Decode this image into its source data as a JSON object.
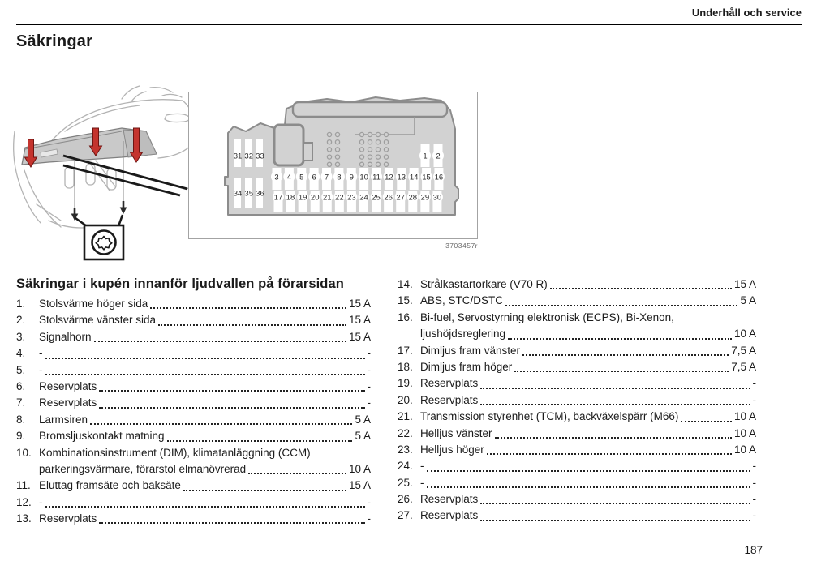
{
  "page": {
    "header": "Underhåll och service",
    "title": "Säkringar",
    "page_number": "187"
  },
  "figure": {
    "caption": "3703457r",
    "colors": {
      "arrow_red": "#c4342e",
      "box_gray": "#d2d2d2",
      "box_stroke": "#8c8c8c",
      "sketch_line": "#b3b3b3"
    },
    "fusebox": {
      "top_right": [
        "1",
        "2"
      ],
      "row_top": [
        "3",
        "4",
        "5",
        "6",
        "7",
        "8",
        "9",
        "10",
        "11",
        "12",
        "13",
        "14",
        "15",
        "16"
      ],
      "row_bottom": [
        "17",
        "18",
        "19",
        "20",
        "21",
        "22",
        "23",
        "24",
        "25",
        "26",
        "27",
        "28",
        "29",
        "30"
      ],
      "left_top": [
        "31",
        "32",
        "33"
      ],
      "left_bottom": [
        "34",
        "35",
        "36"
      ]
    }
  },
  "section": {
    "heading": "Säkringar i kupén innanför ljudvallen på förarsidan",
    "items_left": [
      {
        "num": "1.",
        "label": "Stolsvärme höger sida",
        "amp": "15 A"
      },
      {
        "num": "2.",
        "label": "Stolsvärme vänster sida",
        "amp": "15 A"
      },
      {
        "num": "3.",
        "label": "Signalhorn",
        "amp": "15 A"
      },
      {
        "num": "4.",
        "label": "-",
        "amp": "-"
      },
      {
        "num": "5.",
        "label": "-",
        "amp": "-"
      },
      {
        "num": "6.",
        "label": "Reservplats",
        "amp": "-"
      },
      {
        "num": "7.",
        "label": "Reservplats",
        "amp": "-"
      },
      {
        "num": "8.",
        "label": "Larmsiren",
        "amp": "5 A"
      },
      {
        "num": "9.",
        "label": "Bromsljuskontakt matning",
        "amp": "5 A"
      },
      {
        "num": "10.",
        "label": "Kombinationsinstrument (DIM), klimatanläggning (CCM)",
        "label2": "parkeringsvärmare, förarstol elmanövrerad",
        "amp": "10 A"
      },
      {
        "num": "11.",
        "label": "Eluttag framsäte och baksäte",
        "amp": "15 A"
      },
      {
        "num": "12.",
        "label": "-",
        "amp": "-"
      },
      {
        "num": "13.",
        "label": "Reservplats",
        "amp": "-"
      }
    ],
    "items_right": [
      {
        "num": "14.",
        "label": "Strålkastartorkare (V70 R)",
        "amp": "15 A"
      },
      {
        "num": "15.",
        "label": "ABS, STC/DSTC",
        "amp": "5 A"
      },
      {
        "num": "16.",
        "label": "Bi-fuel, Servostyrning elektronisk (ECPS), Bi-Xenon,",
        "label2": "ljushöjdsreglering",
        "amp": "10 A"
      },
      {
        "num": "17.",
        "label": "Dimljus fram vänster",
        "amp": "7,5 A"
      },
      {
        "num": "18.",
        "label": "Dimljus fram höger",
        "amp": "7,5 A"
      },
      {
        "num": "19.",
        "label": "Reservplats",
        "amp": "-"
      },
      {
        "num": "20.",
        "label": "Reservplats",
        "amp": "-"
      },
      {
        "num": "21.",
        "label": "Transmission styrenhet (TCM), backväxelspärr (M66)",
        "amp": "10 A"
      },
      {
        "num": "22.",
        "label": "Helljus vänster",
        "amp": "10 A"
      },
      {
        "num": "23.",
        "label": "Helljus höger",
        "amp": "10 A"
      },
      {
        "num": "24.",
        "label": "-",
        "amp": "-"
      },
      {
        "num": "25.",
        "label": "-",
        "amp": "-"
      },
      {
        "num": "26.",
        "label": "Reservplats",
        "amp": "-"
      },
      {
        "num": "27.",
        "label": "Reservplats",
        "amp": "-"
      }
    ]
  }
}
